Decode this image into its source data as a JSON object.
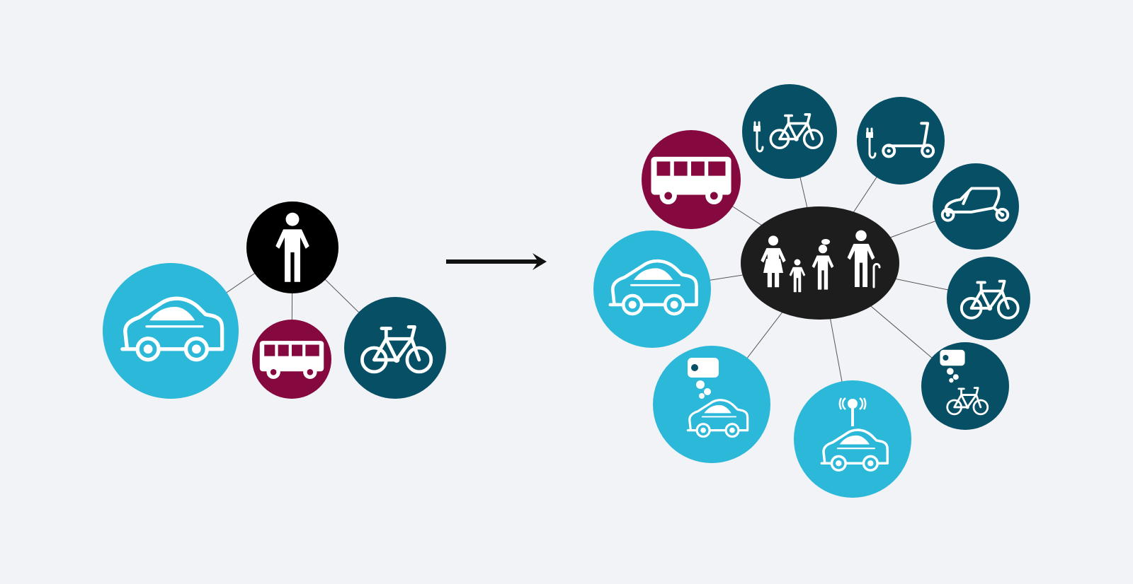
{
  "colors": {
    "background": "#f2f3f7",
    "car": "#2bb8d9",
    "transit": "#85083e",
    "bike": "#064f64",
    "user": "#000000",
    "hub": "#1d1d1d",
    "connector": "#555555",
    "icon": "#ffffff",
    "arrow": "#111111"
  },
  "diagram": {
    "before": {
      "center": {
        "name": "single-person-node",
        "icon": "person-icon"
      },
      "nodes": [
        {
          "name": "car-node",
          "icon": "car-icon",
          "color": "car"
        },
        {
          "name": "bus-node",
          "icon": "bus-icon",
          "color": "transit"
        },
        {
          "name": "bicycle-node",
          "icon": "bicycle-icon",
          "color": "bike"
        }
      ]
    },
    "transition": {
      "icon": "arrow-right-icon"
    },
    "after": {
      "center": {
        "name": "family-hub-node",
        "icon": "family-icon"
      },
      "nodes": [
        {
          "name": "bus-node",
          "icon": "bus-icon",
          "color": "transit"
        },
        {
          "name": "e-bike-node",
          "icon": "e-bike-icon",
          "color": "bike"
        },
        {
          "name": "e-scooter-node",
          "icon": "e-scooter-icon",
          "color": "bike"
        },
        {
          "name": "cargo-bike-node",
          "icon": "cargo-bike-icon",
          "color": "bike"
        },
        {
          "name": "bicycle-node",
          "icon": "bicycle-icon",
          "color": "bike"
        },
        {
          "name": "bike-sharing-node",
          "icon": "bike-sharing-icon",
          "color": "bike"
        },
        {
          "name": "autonomous-car-node",
          "icon": "autonomous-car-icon",
          "color": "car"
        },
        {
          "name": "car-sharing-node",
          "icon": "car-sharing-icon",
          "color": "car"
        },
        {
          "name": "car-node",
          "icon": "car-icon",
          "color": "car"
        }
      ]
    }
  }
}
